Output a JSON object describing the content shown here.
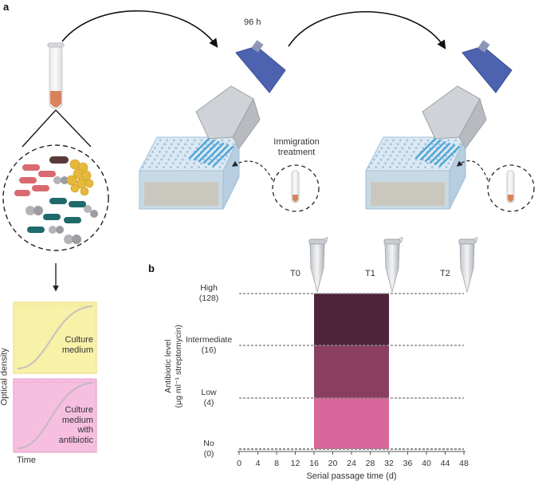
{
  "panels": {
    "a": {
      "label": "a"
    },
    "b": {
      "label": "b"
    }
  },
  "workflow": {
    "interval_label": "96 h",
    "immigration_label_line1": "Immigration",
    "immigration_label_line2": "treatment"
  },
  "growth_plots": {
    "y_axis_label": "Optical density",
    "x_axis_label": "Time",
    "culture": {
      "label_line1": "Culture",
      "label_line2": "medium",
      "color": "#f8f1a8"
    },
    "antibiotic": {
      "label_line1": "Culture",
      "label_line2": "medium",
      "label_line3": "with",
      "label_line4": "antibiotic",
      "color": "#f6bfe0"
    }
  },
  "colors": {
    "high": "#4d2438",
    "intermediate": "#8a3f60",
    "low": "#d9669a",
    "pipette_blue": "#4e63b0",
    "tube_fill": "#d9835a"
  },
  "chart_data": {
    "type": "step",
    "xlabel": "Serial passage time (d)",
    "ylabel": "Antibiotic level",
    "ylabel_units": "(μg ml⁻¹ streptomycin)",
    "x_ticks": [
      0,
      4,
      8,
      12,
      16,
      20,
      24,
      28,
      32,
      36,
      40,
      44,
      48
    ],
    "xlim": [
      0,
      48
    ],
    "levels": [
      {
        "name": "No",
        "value_label": "(0)",
        "value": 0
      },
      {
        "name": "Low",
        "value_label": "(4)",
        "value": 4
      },
      {
        "name": "Intermediate",
        "value_label": "(16)",
        "value": 16
      },
      {
        "name": "High",
        "value_label": "(128)",
        "value": 128
      }
    ],
    "treatment_window": {
      "start": 16,
      "end": 32
    },
    "timepoints": [
      {
        "label": "T0",
        "day": 16
      },
      {
        "label": "T1",
        "day": 32
      },
      {
        "label": "T2",
        "day": 48
      }
    ]
  }
}
